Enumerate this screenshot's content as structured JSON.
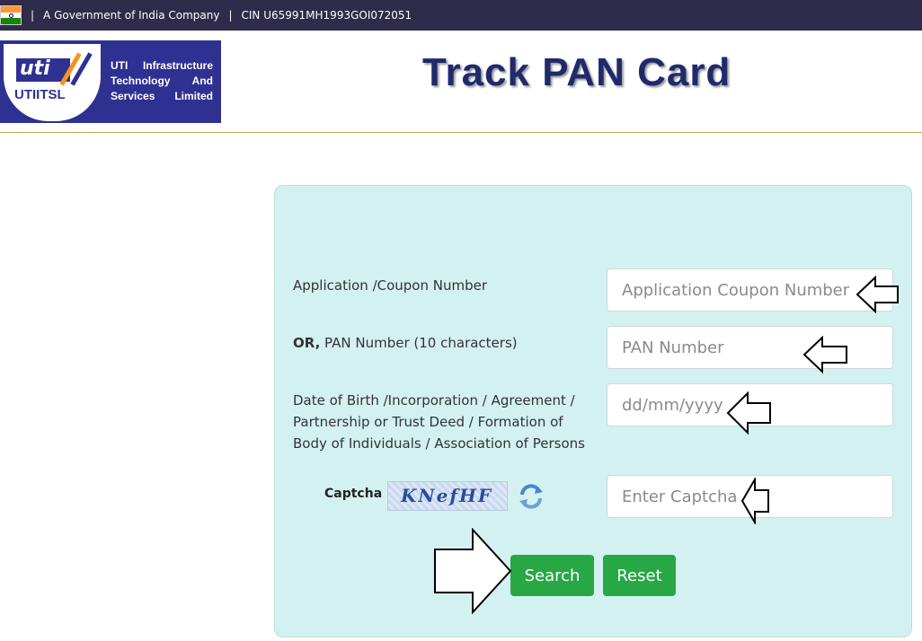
{
  "topbar": {
    "company": "A Government of India Company",
    "cin": "CIN U65991MH1993GOI072051",
    "separator": "|"
  },
  "logo": {
    "mark": "uti",
    "name": "UTIITSL",
    "line1a": "UTI",
    "line1b": "Infrastructure",
    "line2a": "Technology",
    "line2b": "And",
    "line3a": "Services",
    "line3b": "Limited"
  },
  "page": {
    "title": "Track PAN Card"
  },
  "form": {
    "application": {
      "label": "Application /Coupon Number",
      "placeholder": "Application Coupon Number"
    },
    "pan": {
      "label_bold": "OR,",
      "label": " PAN Number (10 characters)",
      "placeholder": "PAN Number"
    },
    "dob": {
      "label1": "Date of Birth /Incorporation / Agreement /",
      "label2": "Partnership or Trust Deed / Formation of",
      "label3": "Body of Individuals / Association of Persons",
      "placeholder": "dd/mm/yyyy"
    },
    "captcha": {
      "label": "Captcha",
      "image_text": "KNefHF",
      "placeholder": "Enter Captcha"
    },
    "buttons": {
      "search": "Search",
      "reset": "Reset"
    }
  },
  "colors": {
    "topbar": "#2f2b4a",
    "card": "#d4f1f1",
    "button": "#28a745",
    "title": "#1f2a6b"
  }
}
